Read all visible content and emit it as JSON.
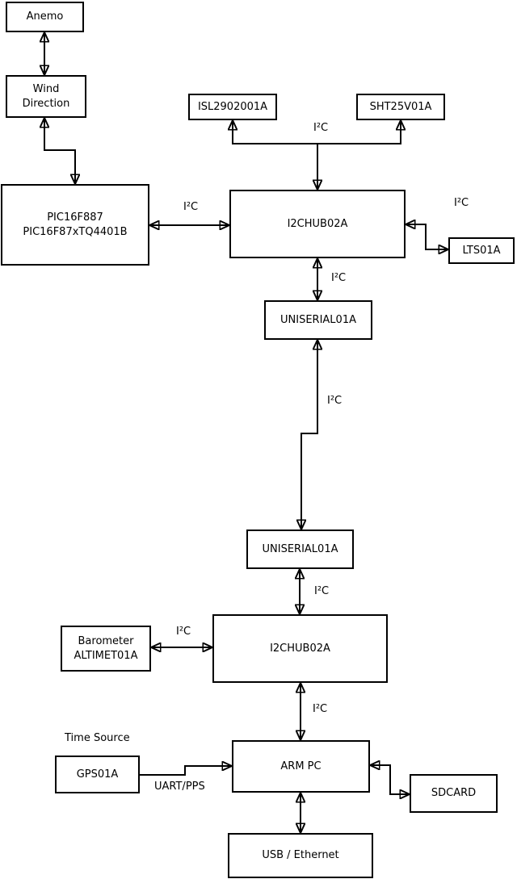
{
  "diagram": {
    "colors": {
      "line": "#000000",
      "background": "#ffffff",
      "box_fill": "#ffffff",
      "text": "#000000"
    },
    "boxes": {
      "anemo": {
        "label": "Anemo"
      },
      "wind_direction": {
        "label": "Wind\nDirection"
      },
      "pic16f887": {
        "label": "PIC16F887\nPIC16F87xTQ4401B"
      },
      "isl2902001a": {
        "label": "ISL2902001A"
      },
      "sht25v01a": {
        "label": "SHT25V01A"
      },
      "i2chub02a_top": {
        "label": "I2CHUB02A"
      },
      "lts01a": {
        "label": "LTS01A"
      },
      "uniserial01a_upper": {
        "label": "UNISERIAL01A"
      },
      "uniserial01a_lower": {
        "label": "UNISERIAL01A"
      },
      "i2chub02a_bottom": {
        "label": "I2CHUB02A"
      },
      "barometer": {
        "label": "Barometer\nALTIMET01A"
      },
      "gps01a": {
        "label": "GPS01A"
      },
      "arm_pc": {
        "label": "ARM PC"
      },
      "sdcard": {
        "label": "SDCARD"
      },
      "usb_ethernet": {
        "label": "USB / Ethernet"
      }
    },
    "labels": {
      "i2c": "I²C",
      "uart_pps": "UART/PPS",
      "time_source": "Time Source"
    },
    "connections": [
      {
        "from": "Anemo",
        "to": "Wind Direction",
        "direction": "bidirectional",
        "label": ""
      },
      {
        "from": "Wind Direction",
        "to": "PIC16F887 PIC16F87xTQ4401B",
        "direction": "bidirectional",
        "label": ""
      },
      {
        "from": "PIC16F887 PIC16F87xTQ4401B",
        "to": "I2CHUB02A (top)",
        "direction": "bidirectional",
        "label": "I²C"
      },
      {
        "from": "I2CHUB02A (top)",
        "to": "ISL2902001A",
        "direction": "out",
        "label": "I²C"
      },
      {
        "from": "I2CHUB02A (top)",
        "to": "SHT25V01A",
        "direction": "out",
        "label": "I²C"
      },
      {
        "from": "I2CHUB02A (top)",
        "to": "LTS01A",
        "direction": "bidirectional",
        "label": "I²C"
      },
      {
        "from": "I2CHUB02A (top)",
        "to": "UNISERIAL01A (upper)",
        "direction": "bidirectional",
        "label": "I²C"
      },
      {
        "from": "UNISERIAL01A (upper)",
        "to": "UNISERIAL01A (lower)",
        "direction": "bidirectional",
        "label": "I²C"
      },
      {
        "from": "UNISERIAL01A (lower)",
        "to": "I2CHUB02A (bottom)",
        "direction": "bidirectional",
        "label": "I²C"
      },
      {
        "from": "Barometer ALTIMET01A",
        "to": "I2CHUB02A (bottom)",
        "direction": "bidirectional",
        "label": "I²C"
      },
      {
        "from": "I2CHUB02A (bottom)",
        "to": "ARM PC",
        "direction": "bidirectional",
        "label": "I²C"
      },
      {
        "from": "GPS01A",
        "to": "ARM PC",
        "direction": "out",
        "label": "UART/PPS"
      },
      {
        "from": "ARM PC",
        "to": "SDCARD",
        "direction": "bidirectional",
        "label": ""
      },
      {
        "from": "ARM PC",
        "to": "USB / Ethernet",
        "direction": "bidirectional",
        "label": ""
      }
    ]
  }
}
